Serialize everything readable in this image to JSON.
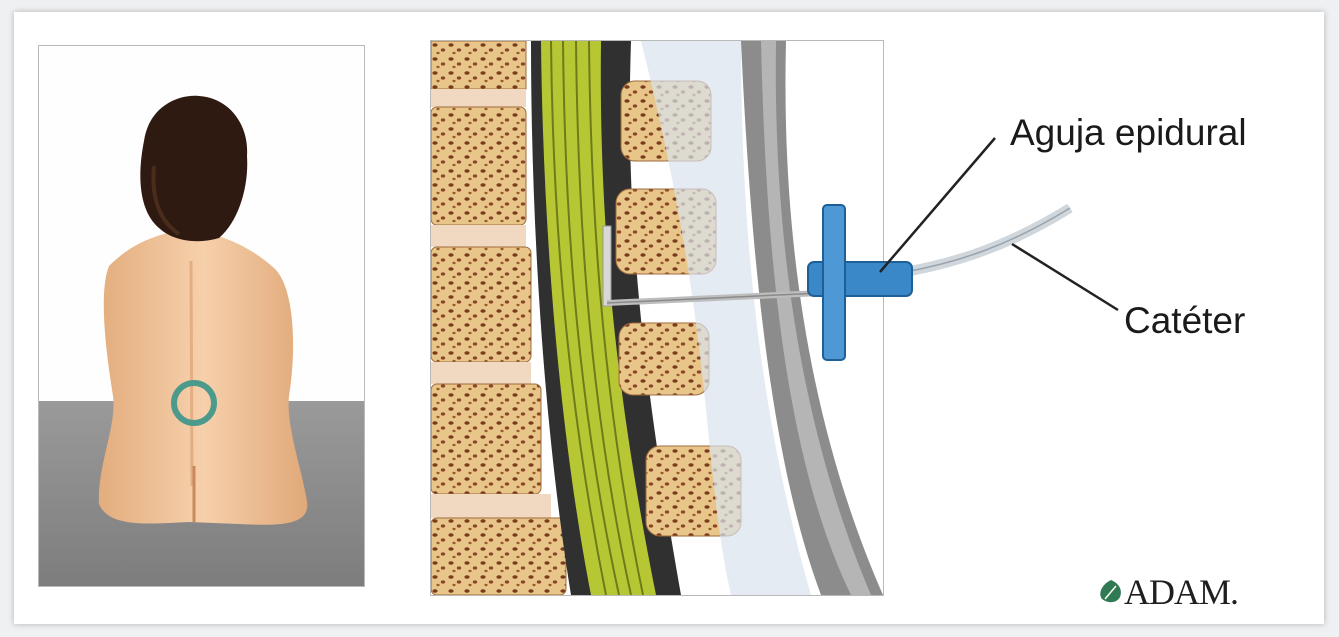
{
  "diagram": {
    "labels": {
      "needle": "Aguja epidural",
      "catheter": "Catéter"
    },
    "logo": {
      "text": "ADAM.",
      "icon": "leaf-icon"
    }
  },
  "colors": {
    "background": "#ffffff",
    "bone": "#e8c68a",
    "bone_pores": "#7a3b1e",
    "nerve": "#b7c734",
    "needle_hub": "#3b88c9",
    "skin": "#f2c59b",
    "hair": "#2e1a10",
    "marker_ring": "#4b9a8c",
    "table": "#8f8f8f"
  }
}
